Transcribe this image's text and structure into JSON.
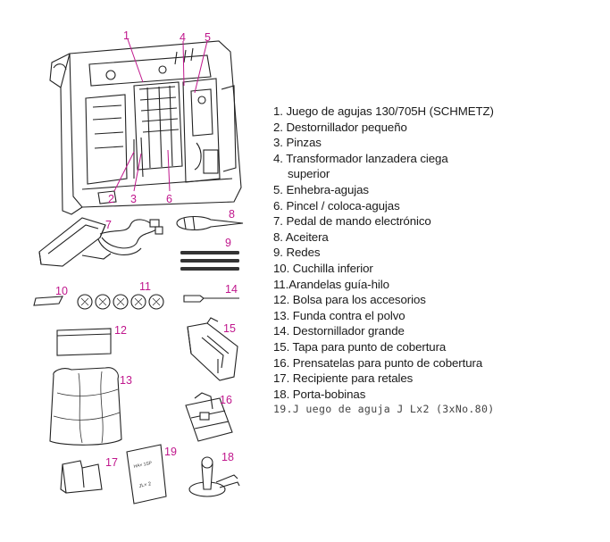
{
  "callouts": {
    "machine": [
      "1",
      "4",
      "5",
      "2",
      "3",
      "6"
    ],
    "accessories": [
      "7",
      "8",
      "9",
      "10",
      "11",
      "14",
      "12",
      "15",
      "13",
      "16",
      "17",
      "19",
      "18"
    ]
  },
  "needle_pack_text": [
    "HA× 1SP",
    "JL× 2"
  ],
  "legend": [
    "1. Juego de agujas 130/705H (SCHMETZ)",
    "2. Destornillador pequeño",
    "3. Pinzas",
    "4. Transformador lanzadera ciega",
    "superior",
    "5. Enhebra-agujas",
    "6. Pincel / coloca-agujas",
    "7. Pedal de mando electrónico",
    "8. Aceitera",
    "9. Redes",
    "10. Cuchilla inferior",
    "11.Arandelas guía-hilo",
    "12. Bolsa para los accesorios",
    "13. Funda contra el polvo",
    "14. Destornillador grande",
    "15. Tapa para punto de cobertura",
    "16. Prensatelas para punto de cobertura",
    "17. Recipiente para retales",
    "18. Porta-bobinas",
    "19.J uego de aguja J Lx2 (3xNo.80)"
  ],
  "colors": {
    "callout": "#c0168c",
    "line_art": "#222222",
    "text": "#1a1a1a"
  }
}
